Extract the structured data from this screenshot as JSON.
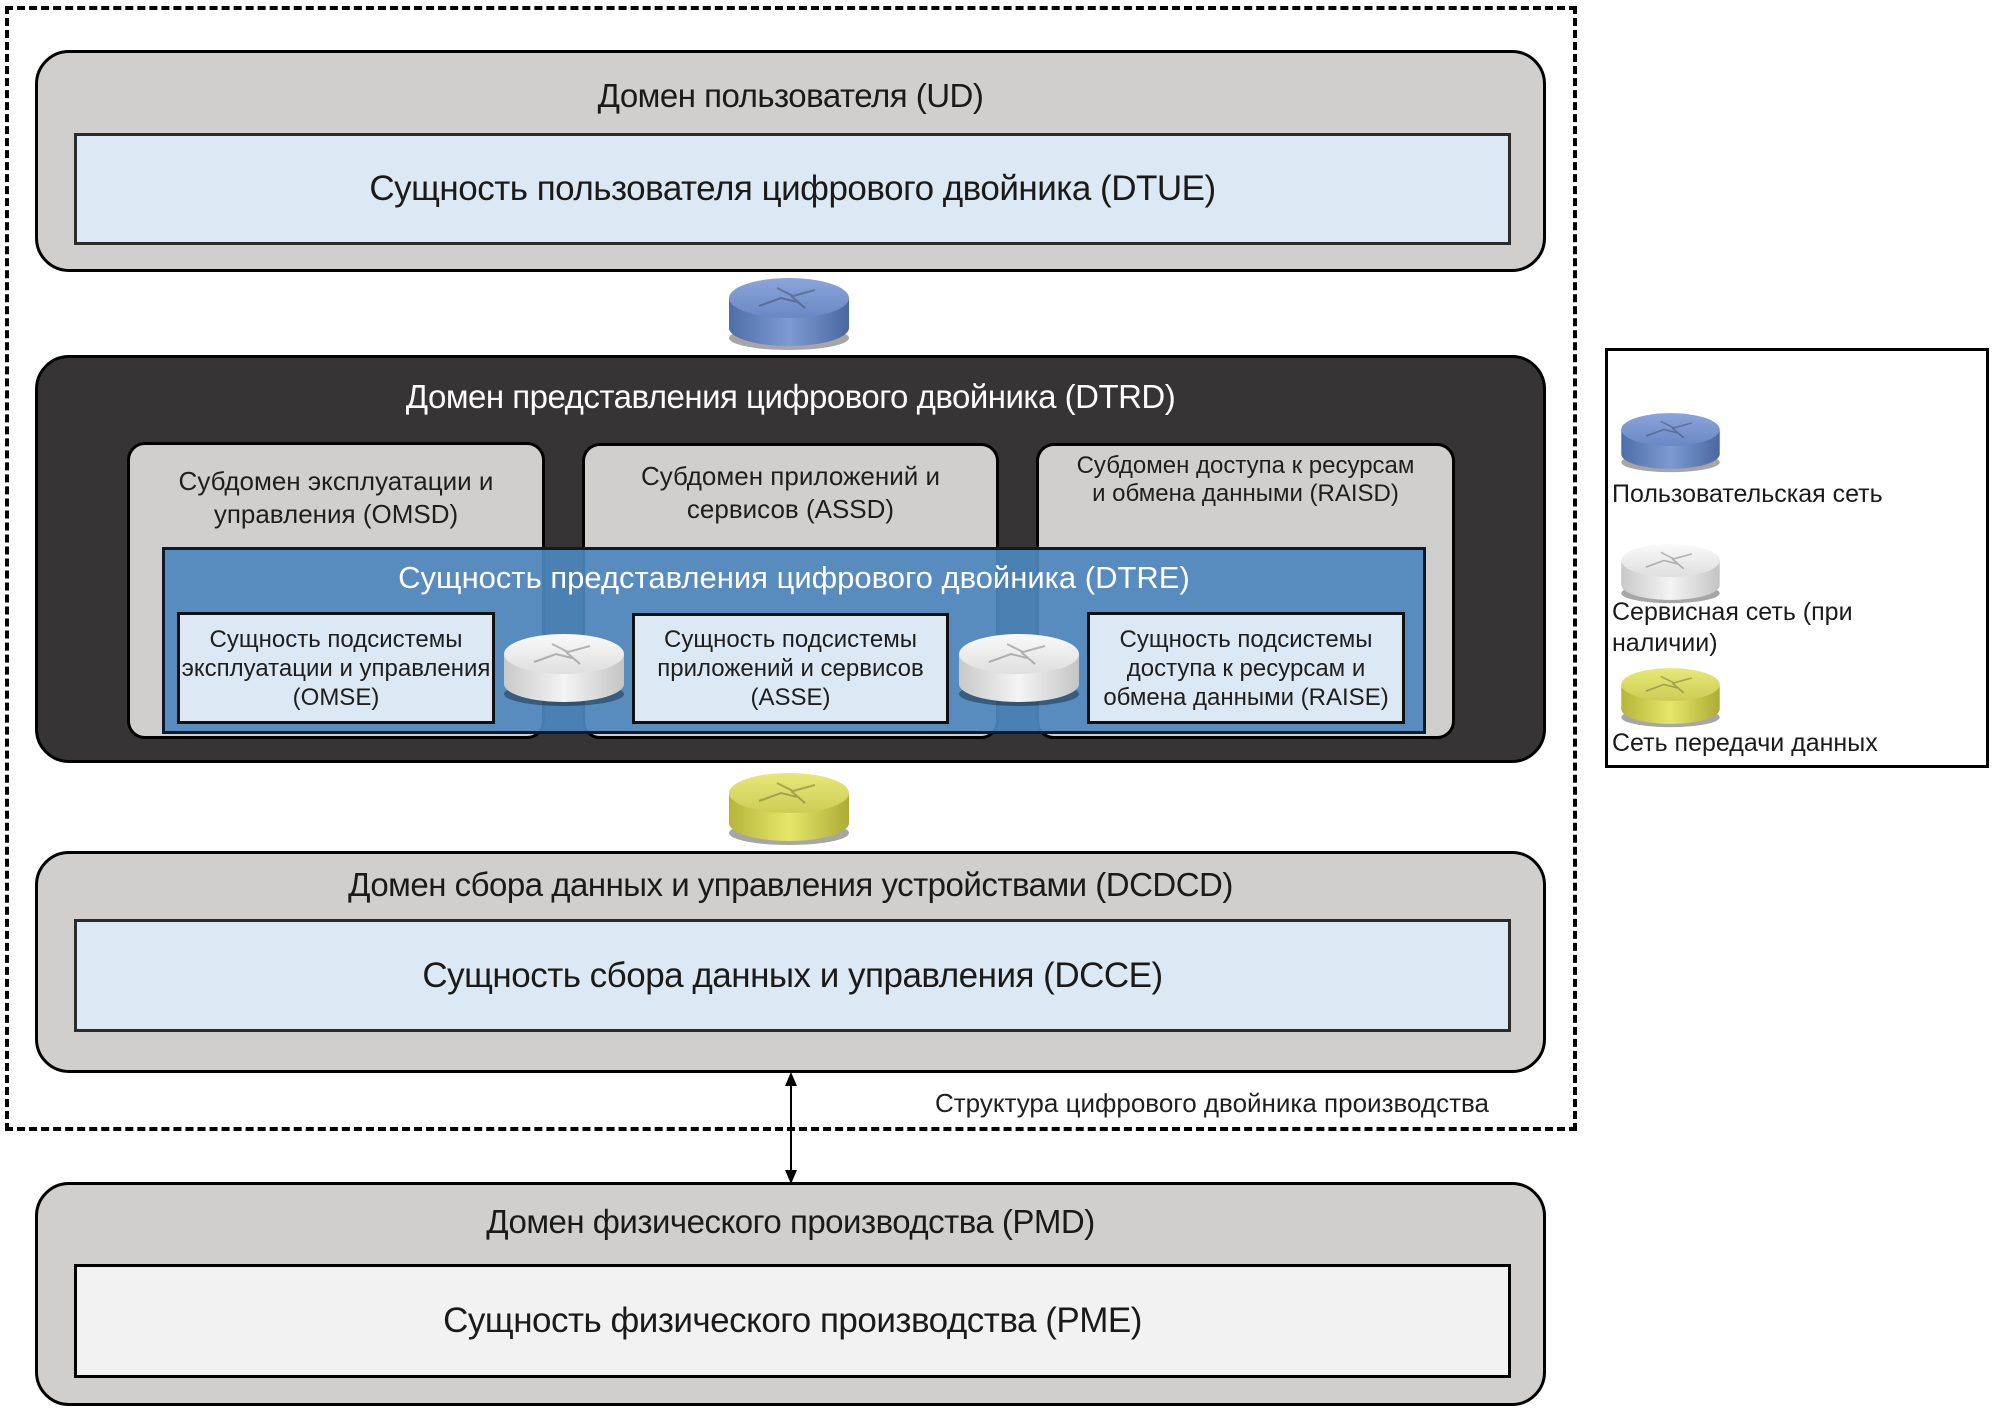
{
  "frame": {
    "label": "Структура цифрового двойника производства"
  },
  "user_domain": {
    "title": "Домен пользователя (UD)",
    "entity": "Сущность пользователя цифрового двойника (DTUE)"
  },
  "representation_domain": {
    "title": "Домен представления цифрового двойника (DTRD)",
    "subdomains": [
      {
        "label": "Субдомен эксплуатации и управления (OMSD)"
      },
      {
        "label": "Субдомен приложений и сервисов (ASSD)"
      },
      {
        "label": "Субдомен доступа к ресурсам и обмена данными (RAISD)"
      }
    ],
    "entity": {
      "title": "Сущность представления цифрового двойника (DTRE)",
      "subentities": [
        {
          "label": "Сущность подсистемы эксплуатации и управления (OMSE)"
        },
        {
          "label": "Сущность подсистемы приложений и сервисов (ASSE)"
        },
        {
          "label": "Сущность подсистемы доступа к ресурсам и обмена данными (RAISE)"
        }
      ]
    }
  },
  "data_collection_domain": {
    "title": "Домен сбора данных и управления устройствами (DCDCD)",
    "entity": "Сущность сбора данных и управления (DCCE)"
  },
  "physical_domain": {
    "title": "Домен физического производства (PMD)",
    "entity": "Сущность физического производства (PME)"
  },
  "legend": {
    "items": [
      {
        "icon": "router-blue-icon",
        "label": "Пользовательская сеть",
        "color": "#6f8fc9"
      },
      {
        "icon": "router-white-icon",
        "label": "Сервисная сеть (при наличии)",
        "color": "#e8e8e8"
      },
      {
        "icon": "router-yellow-icon",
        "label": "Сеть передачи данных",
        "color": "#d8d85a"
      }
    ]
  },
  "colors": {
    "domain_fill": "#d0cfce",
    "dark_domain_fill": "#363434",
    "entity_fill": "#dce8f3",
    "dtre_fill": "#4d87be",
    "pme_fill": "#f2f2f2"
  }
}
